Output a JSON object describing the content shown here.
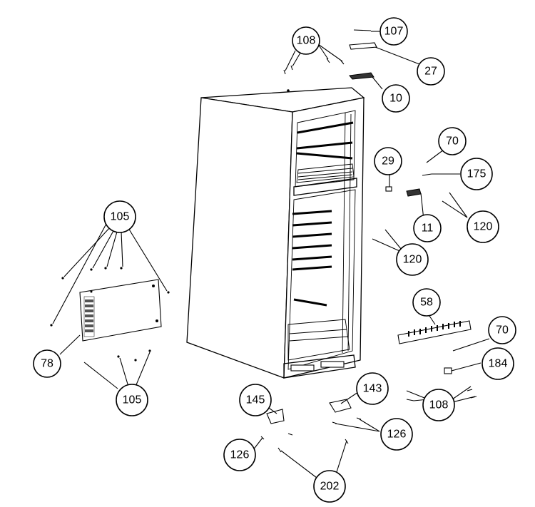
{
  "diagram": {
    "callouts": [
      {
        "id": "107",
        "label": "107"
      },
      {
        "id": "108a",
        "label": "108"
      },
      {
        "id": "27",
        "label": "27"
      },
      {
        "id": "10",
        "label": "10"
      },
      {
        "id": "70a",
        "label": "70"
      },
      {
        "id": "29",
        "label": "29"
      },
      {
        "id": "175",
        "label": "175"
      },
      {
        "id": "11",
        "label": "11"
      },
      {
        "id": "120a",
        "label": "120"
      },
      {
        "id": "120b",
        "label": "120"
      },
      {
        "id": "105a",
        "label": "105"
      },
      {
        "id": "78",
        "label": "78"
      },
      {
        "id": "105b",
        "label": "105"
      },
      {
        "id": "58",
        "label": "58"
      },
      {
        "id": "70b",
        "label": "70"
      },
      {
        "id": "184",
        "label": "184"
      },
      {
        "id": "108b",
        "label": "108"
      },
      {
        "id": "145",
        "label": "145"
      },
      {
        "id": "143",
        "label": "143"
      },
      {
        "id": "126a",
        "label": "126"
      },
      {
        "id": "126b",
        "label": "126"
      },
      {
        "id": "202",
        "label": "202"
      }
    ]
  }
}
